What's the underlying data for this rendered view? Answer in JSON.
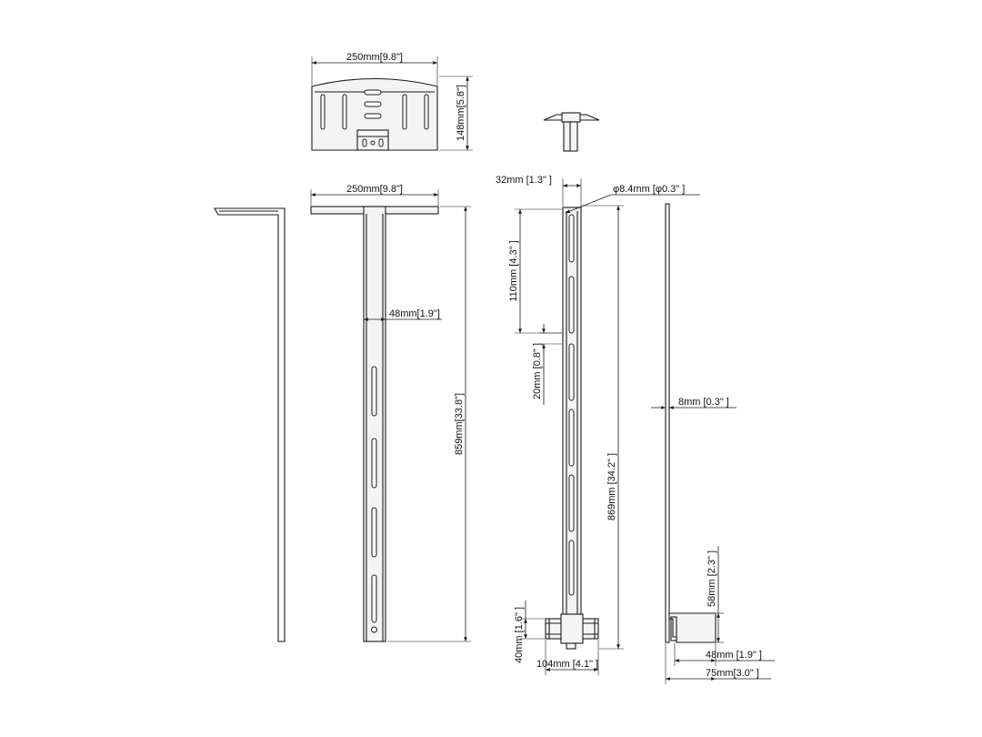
{
  "dimensions": {
    "top_width": "250mm[9.8\"]",
    "top_height": "148mm[5.8\"]",
    "front_width": "250mm[9.8\"]",
    "column_width": "48mm[1.9\"]",
    "front_height": "859mm[33.8\"]",
    "side_top_width": "32mm [1.3\"  ]",
    "hole_diameter": "φ8.4mm [φ0.3\"  ]",
    "slot_spacing": "110mm [4.3\"  ]",
    "slot_gap": "20mm [0.8\"  ]",
    "side_height": "869mm [34.2\"  ]",
    "foot_height": "40mm [1.6\"  ]",
    "foot_width": "104mm [4.1\"  ]",
    "thickness": "8mm [0.3\"  ]",
    "hook_height": "58mm [2.3\"  ]",
    "hook_depth": "48mm [1.9\"  ]",
    "hook_total": "75mm[3.0\"  ]"
  }
}
